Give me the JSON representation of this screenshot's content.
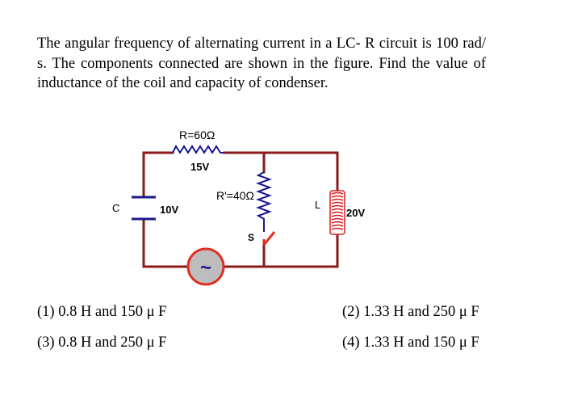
{
  "question": {
    "text": "The angular frequency of alternating current in a LC- R circuit is 100 rad/ s. The components connected are shown in the figure. Find the value of inductance of the coil and capacity of condenser."
  },
  "circuit": {
    "resistor_top_label": "R=60Ω",
    "resistor_top_voltage": "15V",
    "resistor_mid_label": "R'=40Ω",
    "capacitor_label": "C",
    "capacitor_voltage": "10V",
    "inductor_label": "L",
    "inductor_voltage": "20V",
    "switch_label": "S",
    "ac_source_symbol": "~",
    "wire_color": "#8b1a1a",
    "coil_color": "#d62020",
    "source_fill": "#bdbdbd",
    "component_color": "#1a1a8c"
  },
  "options": [
    {
      "text": "(1) 0.8 H and 150 μ F"
    },
    {
      "text": "(2) 1.33 H and 250 μ F"
    },
    {
      "text": "(3) 0.8 H and 250 μ F"
    },
    {
      "text": "(4) 1.33 H and 150 μ F"
    }
  ]
}
